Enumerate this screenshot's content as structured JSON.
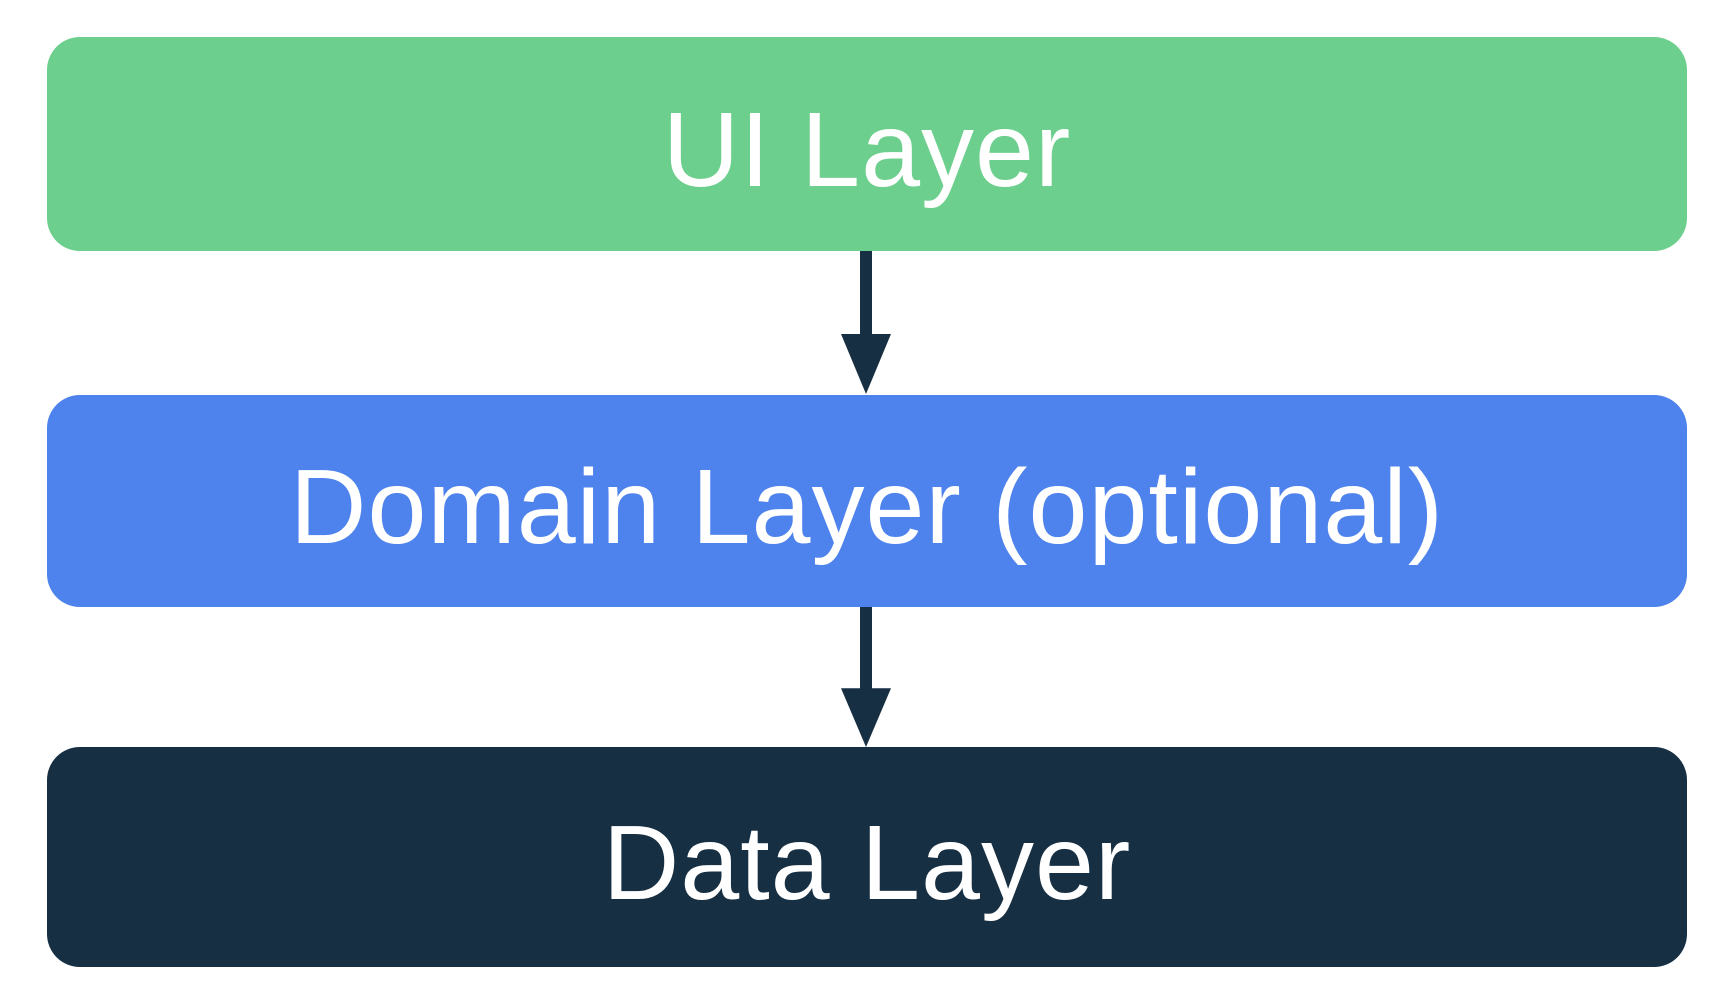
{
  "diagram": {
    "layers": [
      {
        "id": "ui",
        "label": "UI Layer",
        "color": "#6DCF8D"
      },
      {
        "id": "domain",
        "label": "Domain Layer (optional)",
        "color": "#4E82EC"
      },
      {
        "id": "data",
        "label": "Data Layer",
        "color": "#172F42"
      }
    ],
    "arrows": [
      {
        "from": "ui",
        "to": "domain",
        "direction": "down"
      },
      {
        "from": "domain",
        "to": "data",
        "direction": "down"
      }
    ],
    "arrow_color": "#172F42",
    "text_color": "#FFFFFF",
    "background_color": "#FFFFFF"
  }
}
